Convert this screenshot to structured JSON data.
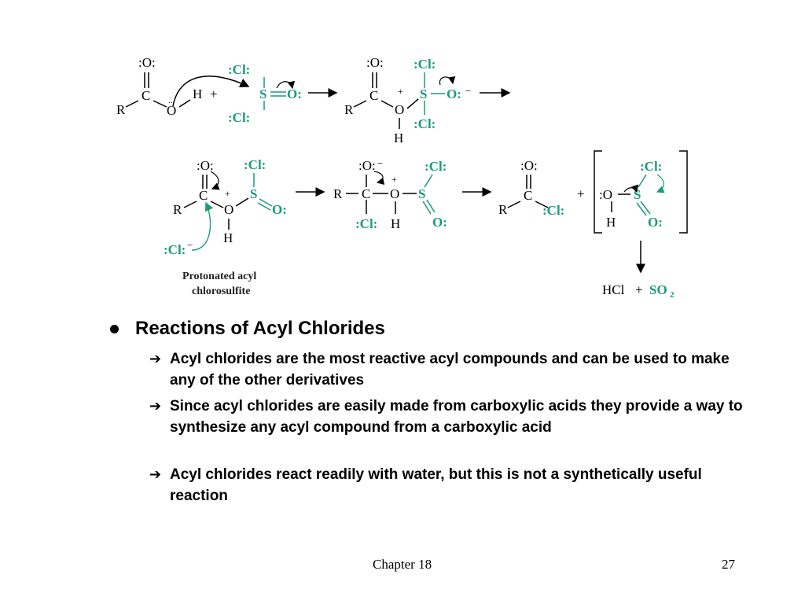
{
  "slide": {
    "heading": "Reactions of Acyl Chlorides",
    "bullets": [
      {
        "arrow": "➔",
        "text": "Acyl chlorides are the most reactive acyl compounds and can be used to make any of the other derivatives"
      },
      {
        "arrow": "➔",
        "text": "Since acyl chlorides are easily made from carboxylic acids they provide a way to synthesize any acyl compound from a carboxylic acid"
      },
      {
        "arrow": "➔",
        "text": "Acyl chlorides react readily with water, but this is not a synthetically useful reaction"
      }
    ],
    "footer": {
      "chapter": "Chapter 18",
      "page": "27"
    }
  },
  "scheme": {
    "labels": {
      "intermediate_line1": "Protonated acyl",
      "intermediate_line2": "chlorosulfite"
    },
    "products": {
      "hcl": "HCl",
      "plus": "+",
      "so2": "SO",
      "so2_sub": "2"
    },
    "colors": {
      "black": "#000000",
      "green": "#1a9a7e"
    }
  }
}
